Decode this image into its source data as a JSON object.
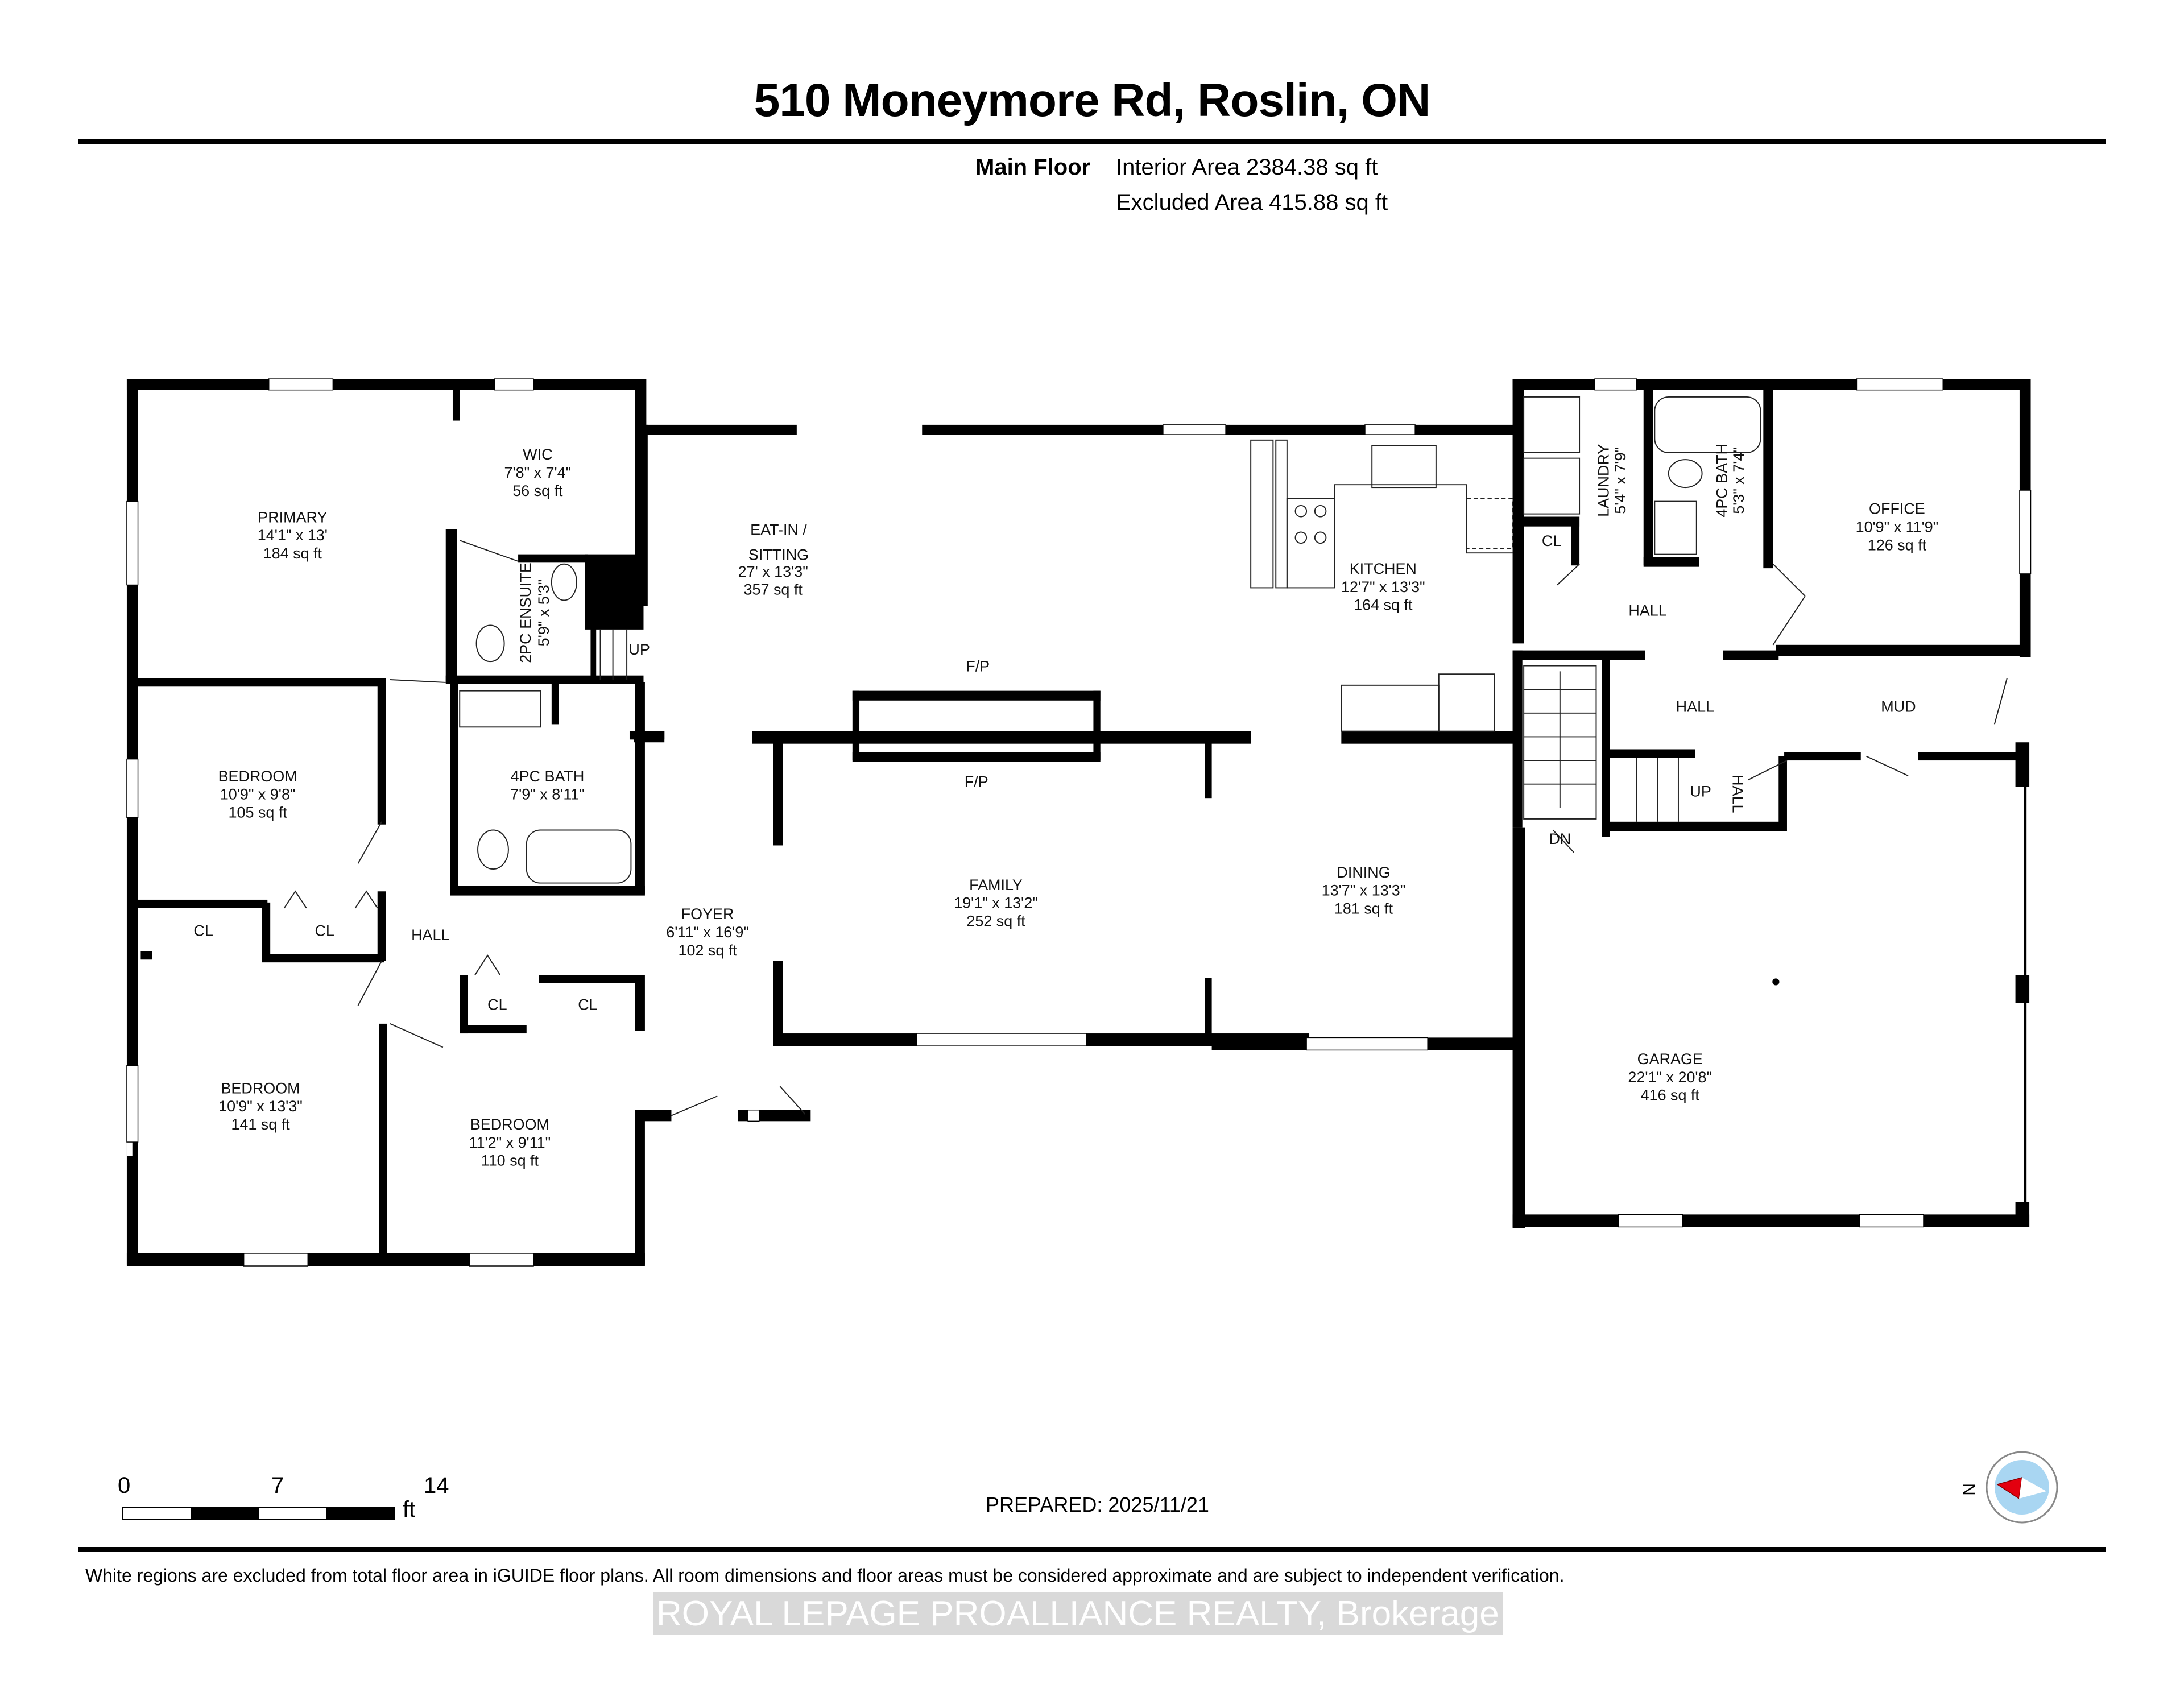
{
  "header": {
    "title": "510 Moneymore Rd, Roslin, ON",
    "floor_name": "Main Floor",
    "interior_area": "Interior Area 2384.38 sq ft",
    "excluded_area": "Excluded Area 415.88 sq ft"
  },
  "rooms": {
    "primary": {
      "name": "PRIMARY",
      "dims": "14'1\" x 13'",
      "area": "184 sq ft"
    },
    "wic": {
      "name": "WIC",
      "dims": "7'8\" x 7'4\"",
      "area": "56 sq ft"
    },
    "ensuite": {
      "name": "2PC ENSUITE",
      "dims": "5'9\" x 5'3\""
    },
    "eat_in": {
      "name_line1": "EAT-IN /",
      "name_line2": "SITTING",
      "dims": "27' x 13'3\"",
      "area": "357 sq ft"
    },
    "kitchen": {
      "name": "KITCHEN",
      "dims": "12'7\" x 13'3\"",
      "area": "164 sq ft"
    },
    "laundry": {
      "name": "LAUNDRY",
      "dims": "5'4\" x 7'9\""
    },
    "bath_east": {
      "name": "4PC BATH",
      "dims": "5'3\" x 7'4\""
    },
    "office": {
      "name": "OFFICE",
      "dims": "10'9\" x 11'9\"",
      "area": "126 sq ft"
    },
    "bedroom1": {
      "name": "BEDROOM",
      "dims": "10'9\" x 9'8\"",
      "area": "105 sq ft"
    },
    "bath_main": {
      "name": "4PC BATH",
      "dims": "7'9\" x 8'11\""
    },
    "bedroom2": {
      "name": "BEDROOM",
      "dims": "10'9\" x 13'3\"",
      "area": "141 sq ft"
    },
    "bedroom3": {
      "name": "BEDROOM",
      "dims": "11'2\" x 9'11\"",
      "area": "110 sq ft"
    },
    "foyer": {
      "name": "FOYER",
      "dims": "6'11\" x 16'9\"",
      "area": "102 sq ft"
    },
    "family": {
      "name": "FAMILY",
      "dims": "19'1\" x 13'2\"",
      "area": "252 sq ft"
    },
    "dining": {
      "name": "DINING",
      "dims": "13'7\" x 13'3\"",
      "area": "181 sq ft"
    },
    "garage": {
      "name": "GARAGE",
      "dims": "22'1\" x 20'8\"",
      "area": "416 sq ft"
    }
  },
  "labels": {
    "hall_west": "HALL",
    "hall_east": "HALL",
    "hall_stair": "HALL",
    "hall_small": "HALL",
    "mud": "MUD",
    "cl": "CL",
    "fp": "F/P",
    "up": "UP",
    "dn": "DN"
  },
  "scale_bar": {
    "ticks": [
      "0",
      "7",
      "14"
    ],
    "unit": "ft"
  },
  "compass": {
    "north_label": "N",
    "needle_color": "#e3000f",
    "dial_color": "#a9d6f2"
  },
  "footer": {
    "prepared": "PREPARED: 2025/11/21",
    "disclaimer": "White regions are excluded from total floor area in iGUIDE floor plans. All room dimensions and floor areas must be considered approximate and are subject to independent verification.",
    "watermark": "ROYAL LEPAGE PROALLIANCE REALTY, Brokerage"
  }
}
